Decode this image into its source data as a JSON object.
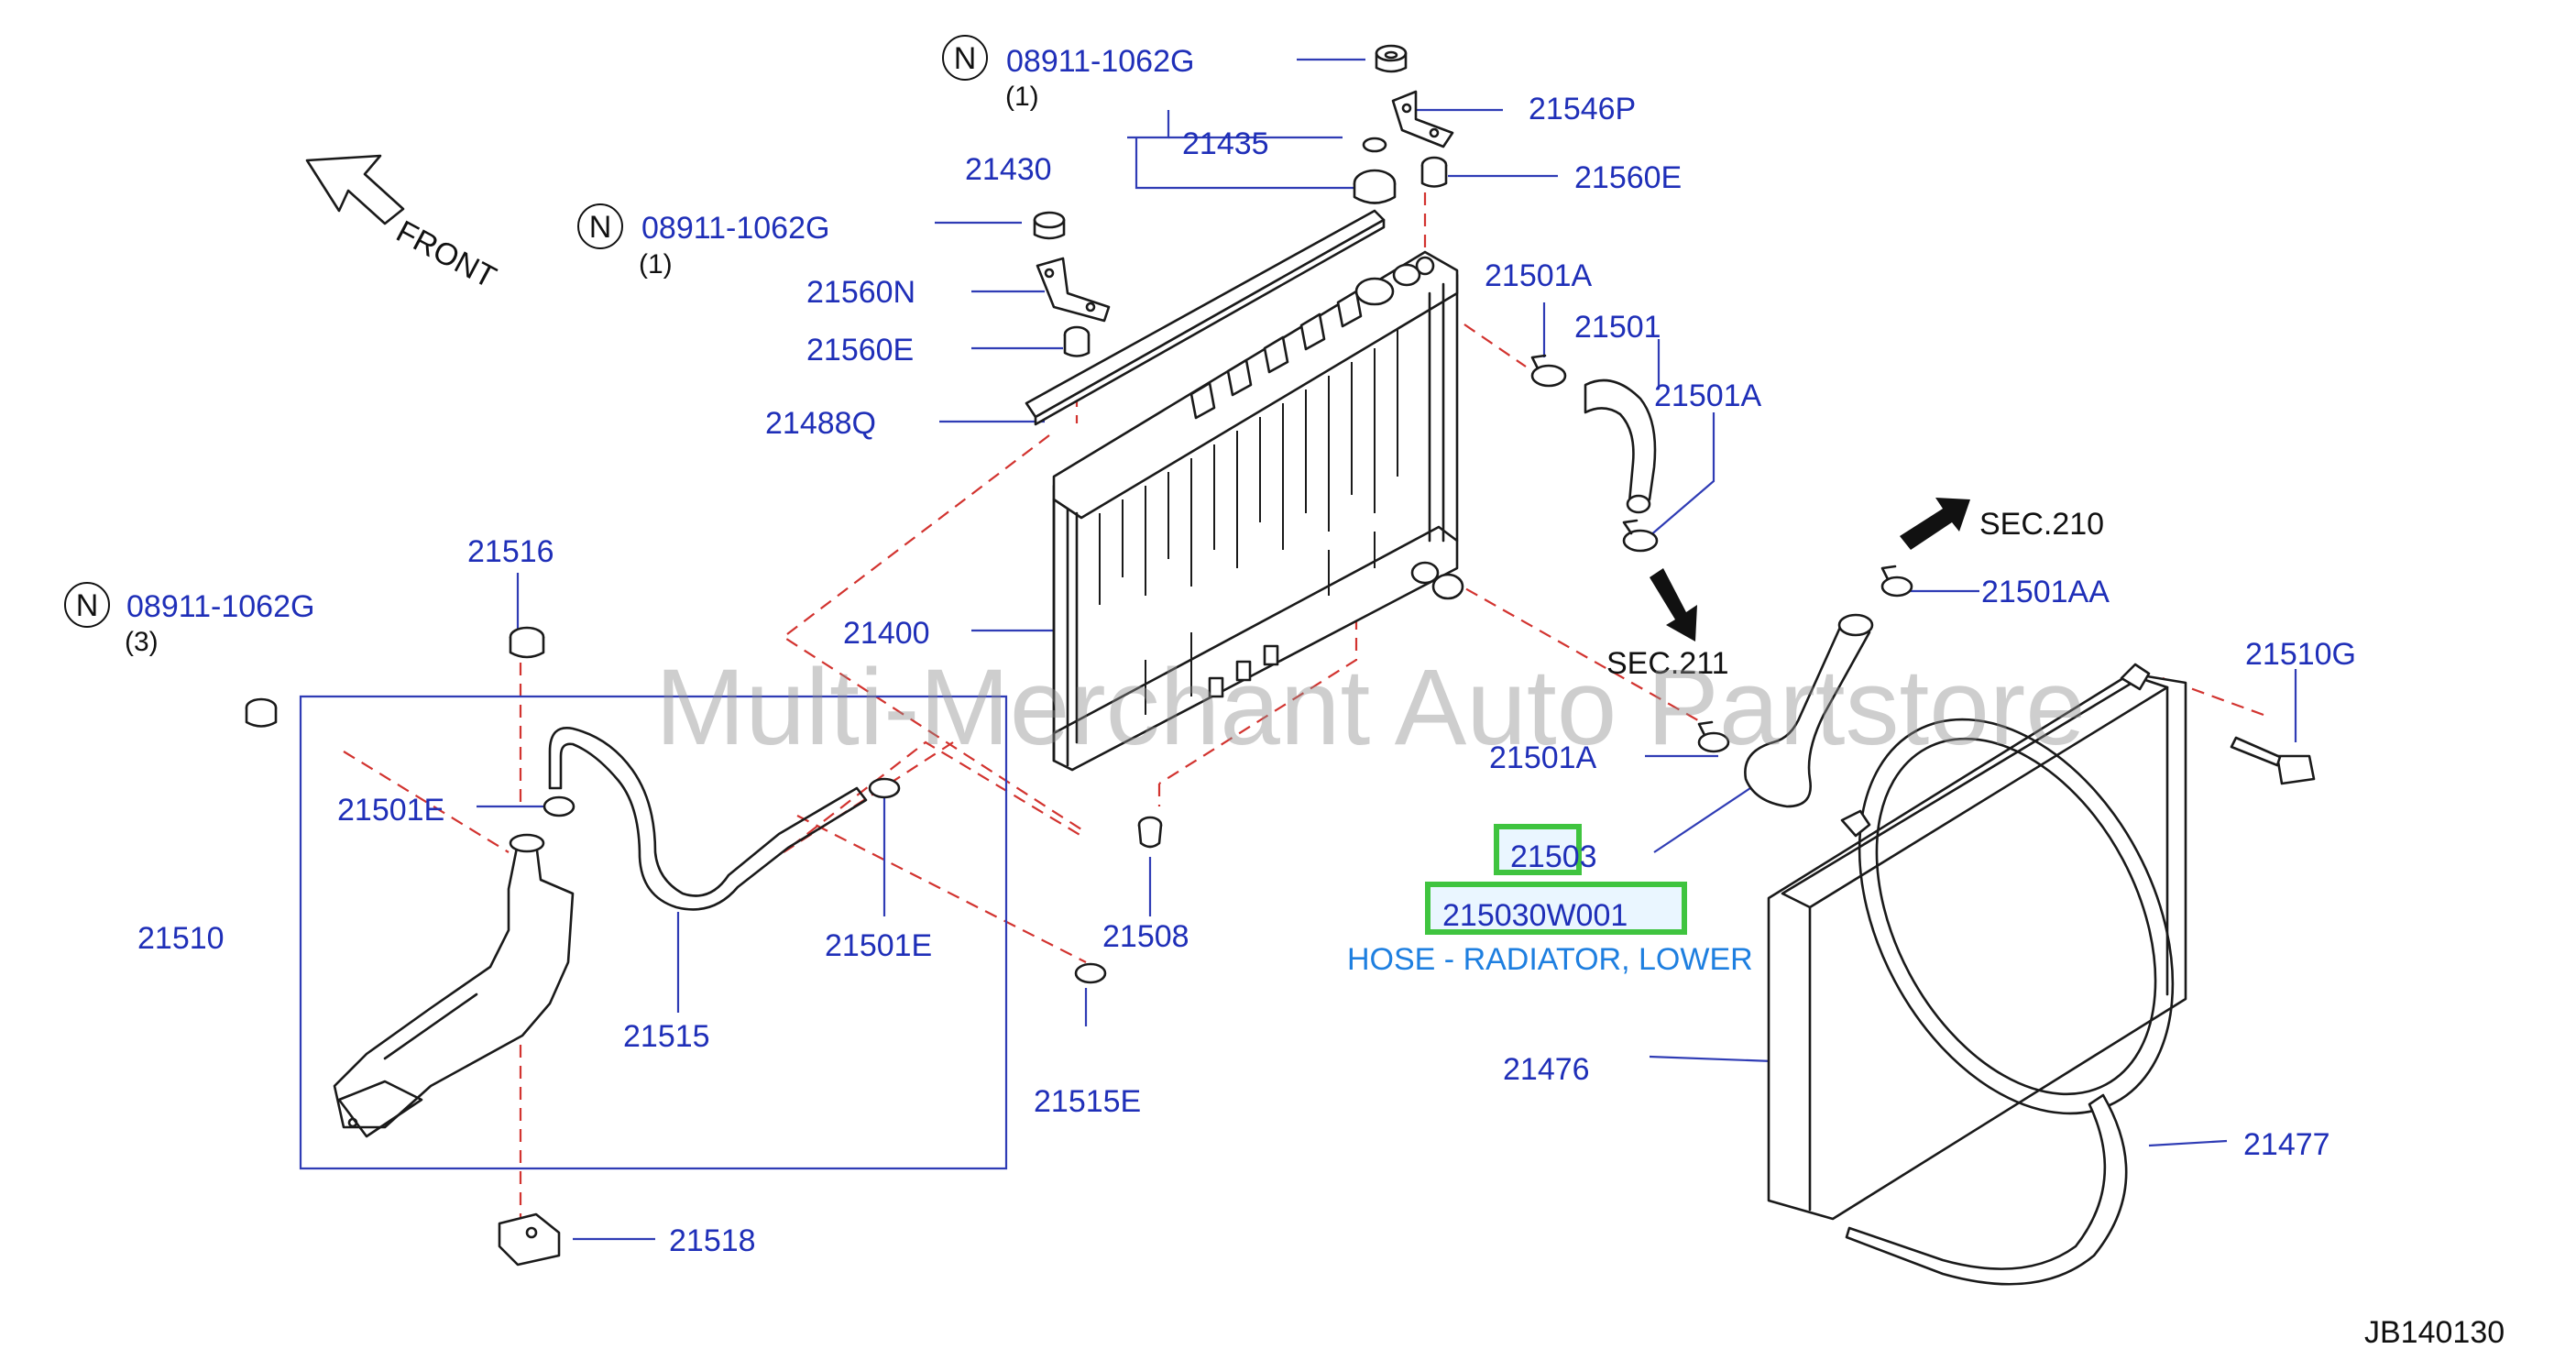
{
  "watermark": "Multi-Merchant Auto Partstore",
  "front_label": "FRONT",
  "diagram_id": "JB140130",
  "labels": {
    "nut_top": "08911-1062G",
    "nut_top_qty": "(1)",
    "nut_mid": "08911-1062G",
    "nut_mid_qty": "(1)",
    "nut_left": "08911-1062G",
    "nut_left_qty": "(3)",
    "nut_marker": "N",
    "bracket_right": "21546P",
    "cap": "21430",
    "cap_seal": "21435",
    "mount_top_right": "21560E",
    "bracket_left": "21560N",
    "mount_top_left": "21560E",
    "seal_strip": "21488Q",
    "radiator": "21400",
    "clamp_upper_1": "21501A",
    "hose_upper": "21501",
    "clamp_upper_2": "21501A",
    "sec_210": "SEC.210",
    "sec_211": "SEC.211",
    "clamp_lower_top": "21501AA",
    "clamp_lower": "21501A",
    "bolt": "21510G",
    "reservoir_cap": "21516",
    "clamp_res_1": "21501E",
    "clamp_res_2": "21501E",
    "reservoir": "21510",
    "res_hose": "21515",
    "drain_plug": "21508",
    "clamp_res_3": "21515E",
    "res_bracket": "21518",
    "shroud": "21476",
    "shroud_lower": "21477",
    "hose_lower": "21503",
    "hose_lower_pn": "215030W001",
    "hose_lower_desc": "HOSE - RADIATOR, LOWER"
  }
}
